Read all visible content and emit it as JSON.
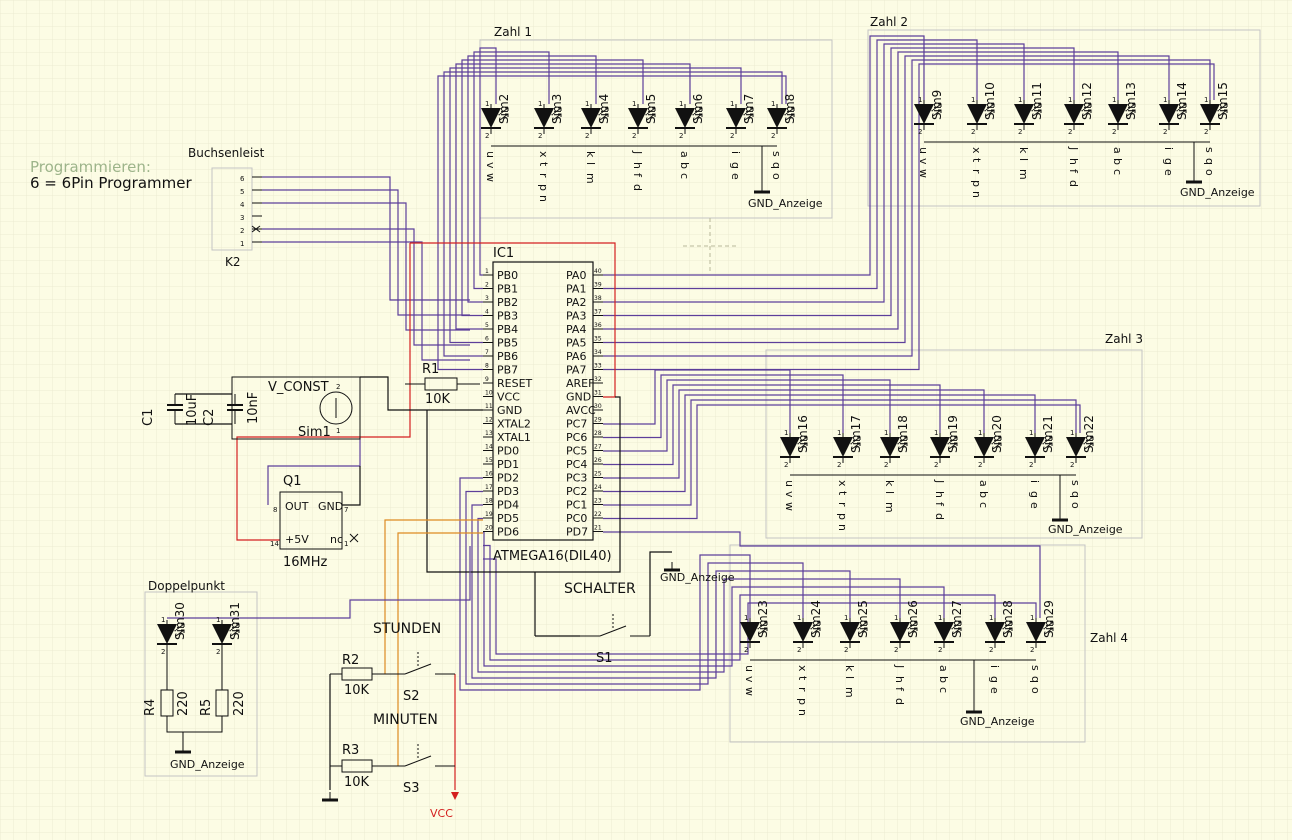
{
  "background_color": "#fcfce4",
  "grid_color": "#ecebd2",
  "wire_color": "#5d3f9a",
  "power_wire_color": "#d42020",
  "orange_wire_color": "#dd8a22",
  "text_color": "#111111",
  "programmer": {
    "label_1": "Programmieren:",
    "label_2": "6 = 6Pin Programmer",
    "connector_name": "Buchsenleist",
    "connector_ref": "K2",
    "pins": [
      "6",
      "5",
      "4",
      "3",
      "2",
      "1"
    ]
  },
  "groups": [
    {
      "title": "Zahl 1",
      "gnd": "GND_Anzeige",
      "leds": [
        "Sim2",
        "Sim3",
        "Sim4",
        "Sim5",
        "Sim6",
        "Sim7",
        "Sim8"
      ],
      "seg": [
        "u v w",
        "x t r p n",
        "k l m",
        "J h f d",
        "a b c",
        "i g e",
        "s q o"
      ]
    },
    {
      "title": "Zahl 2",
      "gnd": "GND_Anzeige",
      "leds": [
        "Sim9",
        "Sim10",
        "Sim11",
        "Sim12",
        "Sim13",
        "Sim14",
        "Sim15"
      ],
      "seg": [
        "u v w",
        "x t r p n",
        "k l m",
        "J h f d",
        "a b c",
        "i g e",
        "s q o"
      ]
    },
    {
      "title": "Zahl 3",
      "gnd": "GND_Anzeige",
      "leds": [
        "Sim16",
        "Sim17",
        "Sim18",
        "Sim19",
        "Sim20",
        "Sim21",
        "Sim22"
      ],
      "seg": [
        "u v w",
        "x t r p n",
        "k l m",
        "J h f d",
        "a b c",
        "i g e",
        "s q o"
      ]
    },
    {
      "title": "Zahl 4",
      "gnd": "GND_Anzeige",
      "leds": [
        "Sim23",
        "Sim24",
        "Sim25",
        "Sim26",
        "Sim27",
        "Sim28",
        "Sim29"
      ],
      "seg": [
        "u v w",
        "x t r p n",
        "k l m",
        "J h f d",
        "a b c",
        "i g e",
        "s q o"
      ]
    }
  ],
  "doppelpunkt": {
    "title": "Doppelpunkt",
    "leds": [
      "Sim30",
      "Sim31"
    ],
    "r4": "R4",
    "r4_val": "220",
    "r5": "R5",
    "r5_val": "220",
    "gnd": "GND_Anzeige"
  },
  "ic": {
    "ref": "IC1",
    "name": "ATMEGA16(DIL40)",
    "left": [
      [
        "PB0",
        "1"
      ],
      [
        "PB1",
        "2"
      ],
      [
        "PB2",
        "3"
      ],
      [
        "PB3",
        "4"
      ],
      [
        "PB4",
        "5"
      ],
      [
        "PB5",
        "6"
      ],
      [
        "PB6",
        "7"
      ],
      [
        "PB7",
        "8"
      ],
      [
        "RESET",
        "9"
      ],
      [
        "VCC",
        "10"
      ],
      [
        "GND",
        "11"
      ],
      [
        "XTAL2",
        "12"
      ],
      [
        "XTAL1",
        "13"
      ],
      [
        "PD0",
        "14"
      ],
      [
        "PD1",
        "15"
      ],
      [
        "PD2",
        "16"
      ],
      [
        "PD3",
        "17"
      ],
      [
        "PD4",
        "18"
      ],
      [
        "PD5",
        "19"
      ],
      [
        "PD6",
        "20"
      ]
    ],
    "right": [
      [
        "PA0",
        "40"
      ],
      [
        "PA1",
        "39"
      ],
      [
        "PA2",
        "38"
      ],
      [
        "PA3",
        "37"
      ],
      [
        "PA4",
        "36"
      ],
      [
        "PA5",
        "35"
      ],
      [
        "PA6",
        "34"
      ],
      [
        "PA7",
        "33"
      ],
      [
        "AREF",
        "32"
      ],
      [
        "GND",
        "31"
      ],
      [
        "AVCC",
        "30"
      ],
      [
        "PC7",
        "29"
      ],
      [
        "PC6",
        "28"
      ],
      [
        "PC5",
        "27"
      ],
      [
        "PC4",
        "26"
      ],
      [
        "PC3",
        "25"
      ],
      [
        "PC2",
        "24"
      ],
      [
        "PC1",
        "23"
      ],
      [
        "PC0",
        "22"
      ],
      [
        "PD7",
        "21"
      ]
    ]
  },
  "r1": {
    "ref": "R1",
    "value": "10K"
  },
  "r2": {
    "ref": "R2",
    "value": "10K"
  },
  "r3": {
    "ref": "R3",
    "value": "10K"
  },
  "vconst": {
    "ref": "V_CONST",
    "name": "Sim1",
    "p2": "2",
    "p1": "1"
  },
  "c1": {
    "ref": "C1",
    "value": "10uF"
  },
  "c2": {
    "ref": "C2",
    "value": "10nF"
  },
  "q1": {
    "ref": "Q1",
    "name": "16MHz",
    "out": "OUT",
    "gnd": "GND",
    "vcc": "+5V",
    "nc": "nc",
    "p8": "8",
    "p7": "7",
    "p14": "14",
    "p1": "1"
  },
  "schalter": {
    "label": "SCHALTER",
    "ref": "S1",
    "gnd": "GND_Anzeige"
  },
  "stunden": {
    "label": "STUNDEN",
    "ref": "S2"
  },
  "minuten": {
    "label": "MINUTEN",
    "ref": "S3"
  },
  "vcc_label": "VCC"
}
